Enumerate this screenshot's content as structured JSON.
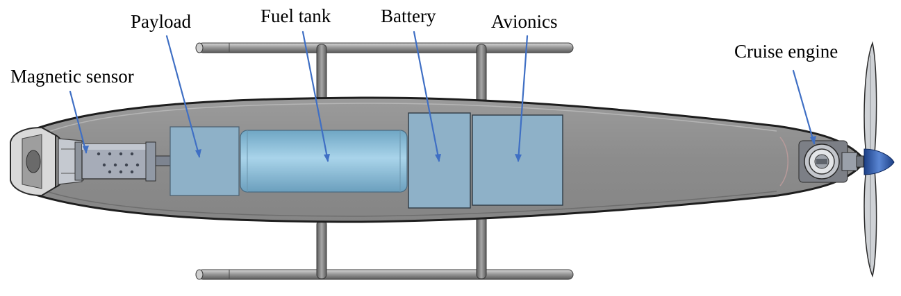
{
  "labels": {
    "magnetic_sensor": "Magnetic sensor",
    "payload": "Payload",
    "fuel_tank": "Fuel tank",
    "battery": "Battery",
    "avionics": "Avionics",
    "cruise_engine": "Cruise engine"
  },
  "colors": {
    "hull_fill": "#8f8f8f",
    "hull_edge": "#1e1e1e",
    "rail": "#9a9a9a",
    "component_box": "#8eb1c8",
    "fuel_tank": "#99c4dc",
    "leader_line": "#3f6fc4",
    "sensor_housing": "#a6acb8",
    "spinner": "#2f5aa8"
  }
}
